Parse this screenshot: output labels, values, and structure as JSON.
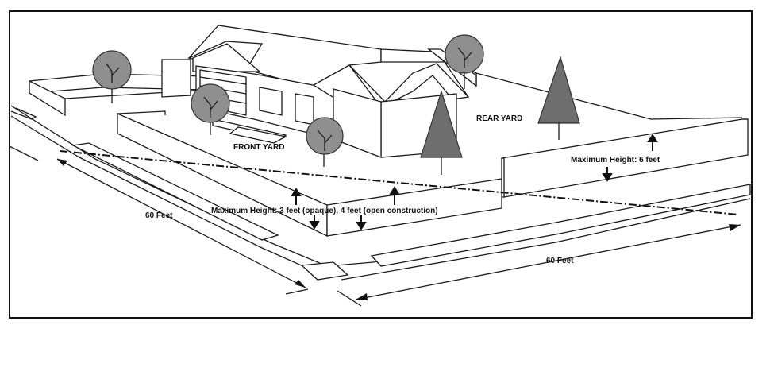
{
  "labels": {
    "front_yard": "FRONT YARD",
    "rear_yard": "REAR YARD",
    "max_height_rear": "Maximum Height: 6 feet",
    "max_height_front": "Maximum Height: 3 feet (opaque), 4 feet (open construction)",
    "dimension_left": "60 Feet",
    "dimension_right": "60 Feet"
  },
  "colors": {
    "line": "#1a1a1a",
    "deciduous_tree": "#8f8f8f",
    "conifer_tree": "#6e6e6e",
    "background": "#ffffff"
  }
}
